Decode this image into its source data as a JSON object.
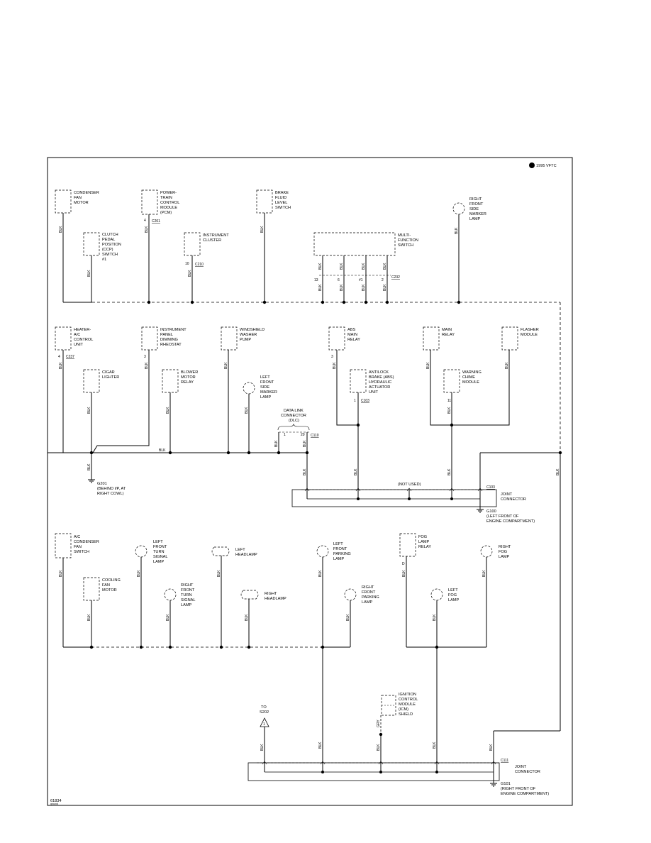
{
  "diagram": {
    "copyright": "1995 VFTC",
    "figure_id": "61834",
    "figure_sub": "ground",
    "wire_color": "BLK",
    "grey_wire": "GRY",
    "colors": {
      "line": "#000000",
      "background": "#ffffff"
    },
    "section1": {
      "components": [
        {
          "id": "condenser_fan_motor",
          "lines": [
            "CONDENSER",
            "FAN",
            "MOTOR"
          ]
        },
        {
          "id": "pcm",
          "lines": [
            "POWER-",
            "TRAIN",
            "CONTROL",
            "MODULE",
            "(PCM)"
          ],
          "pin": "4",
          "connector": "C201"
        },
        {
          "id": "brake_fluid_switch",
          "lines": [
            "BRAKE",
            "FLUID",
            "LEVEL",
            "SWITCH"
          ]
        },
        {
          "id": "right_front_side_marker",
          "lines": [
            "RIGHT",
            "FRONT",
            "SIDE",
            "MARKER",
            "LAMP"
          ]
        },
        {
          "id": "ccp_switch",
          "lines": [
            "CLUTCH",
            "PEDAL",
            "POSITION",
            "(CCP)",
            "SWITCH",
            "#1"
          ]
        },
        {
          "id": "instrument_cluster",
          "lines": [
            "INSTRUMENT",
            "CLUSTER"
          ],
          "pin": "10",
          "connector": "C210"
        },
        {
          "id": "multi_function_switch",
          "lines": [
            "MULTI-",
            "FUNCTION",
            "SWITCH"
          ],
          "pins": [
            "13",
            "6",
            "#1",
            "2"
          ],
          "connector": "C232"
        }
      ]
    },
    "section2": {
      "components": [
        {
          "id": "heater_ac_control",
          "lines": [
            "HEATER-",
            "A/C",
            "CONTROL",
            "UNIT"
          ],
          "pin": "4",
          "connector": "C237"
        },
        {
          "id": "instrument_panel_dimming",
          "lines": [
            "INSTRUMENT",
            "PANEL",
            "DIMMING",
            "RHEOSTAT"
          ],
          "pin": "3"
        },
        {
          "id": "windshield_washer_pump",
          "lines": [
            "WINDSHIELD",
            "WASHER",
            "PUMP"
          ]
        },
        {
          "id": "abs_main_relay",
          "lines": [
            "ABS",
            "MAIN",
            "RELAY"
          ],
          "pin": "3"
        },
        {
          "id": "main_relay",
          "lines": [
            "MAIN",
            "RELAY"
          ]
        },
        {
          "id": "flasher_module",
          "lines": [
            "FLASHER",
            "MODULE"
          ]
        },
        {
          "id": "cigar_lighter",
          "lines": [
            "CIGAR",
            "LIGHTER"
          ]
        },
        {
          "id": "blower_motor_relay",
          "lines": [
            "BLOWER",
            "MOTOR",
            "RELAY"
          ]
        },
        {
          "id": "left_front_side_marker",
          "lines": [
            "LEFT",
            "FRONT",
            "SIDE",
            "MARKER",
            "LAMP"
          ]
        },
        {
          "id": "abs_actuator",
          "lines": [
            "ANTILOCK",
            "BRAKE (ABS)",
            "HYDRAULIC",
            "ACTUATOR",
            "UNIT"
          ],
          "pin": "1",
          "connector": "C103"
        },
        {
          "id": "warning_chime",
          "lines": [
            "WARNING",
            "CHIME",
            "MODULE"
          ],
          "pin": "11"
        }
      ],
      "dlc": {
        "lines": [
          "DATA LINK",
          "CONNECTOR",
          "(DLC)"
        ],
        "pins": [
          "1",
          "20"
        ],
        "connector": "C110"
      },
      "ground": {
        "lines": [
          "G201",
          "(BEHIND I/P, AT",
          "RIGHT COWL)"
        ]
      },
      "joint_connector": {
        "lines": [
          "JOINT",
          "CONNECTOR"
        ],
        "connector": "C103",
        "not_used": "(NOT USED)"
      },
      "ground_joint": {
        "lines": [
          "G100",
          "(LEFT FRONT OF",
          "ENGINE COMPARTMENT)"
        ]
      }
    },
    "section3": {
      "components": [
        {
          "id": "ac_condenser_fan_switch",
          "lines": [
            "A/C",
            "CONDENSER",
            "FAN",
            "SWITCH"
          ]
        },
        {
          "id": "left_front_turn",
          "lines": [
            "LEFT",
            "FRONT",
            "TURN",
            "SIGNAL",
            "LAMP"
          ]
        },
        {
          "id": "left_headlamp",
          "lines": [
            "LEFT",
            "HEADLAMP"
          ]
        },
        {
          "id": "left_front_parking",
          "lines": [
            "LEFT",
            "FRONT",
            "PARKING",
            "LAMP"
          ]
        },
        {
          "id": "fog_lamp_relay",
          "lines": [
            "FOG",
            "LAMP",
            "RELAY"
          ],
          "pin": "D"
        },
        {
          "id": "right_fog_lamp",
          "lines": [
            "RIGHT",
            "FOG",
            "LAMP"
          ]
        },
        {
          "id": "cooling_fan_motor",
          "lines": [
            "COOLING",
            "FAN",
            "MOTOR"
          ]
        },
        {
          "id": "right_front_turn",
          "lines": [
            "RIGHT",
            "FRONT",
            "TURN",
            "SIGNAL",
            "LAMP"
          ]
        },
        {
          "id": "right_headlamp",
          "lines": [
            "RIGHT",
            "HEADLAMP"
          ]
        },
        {
          "id": "right_front_parking",
          "lines": [
            "RIGHT",
            "FRONT",
            "PARKING",
            "LAMP"
          ]
        },
        {
          "id": "left_fog_lamp",
          "lines": [
            "LEFT",
            "FOG",
            "LAMP"
          ]
        },
        {
          "id": "icm",
          "lines": [
            "IGNITION",
            "CONTROL",
            "MODULE",
            "(ICM)",
            "SHIELD"
          ]
        }
      ],
      "to_splice": {
        "lines": [
          "TO",
          "S202"
        ],
        "marker": "1"
      },
      "joint_connector": {
        "lines": [
          "JOINT",
          "CONNECTOR"
        ],
        "connector": "C111"
      },
      "ground_joint": {
        "lines": [
          "G101",
          "(RIGHT FRONT OF",
          "ENGINE COMPARTMENT)"
        ]
      }
    }
  }
}
